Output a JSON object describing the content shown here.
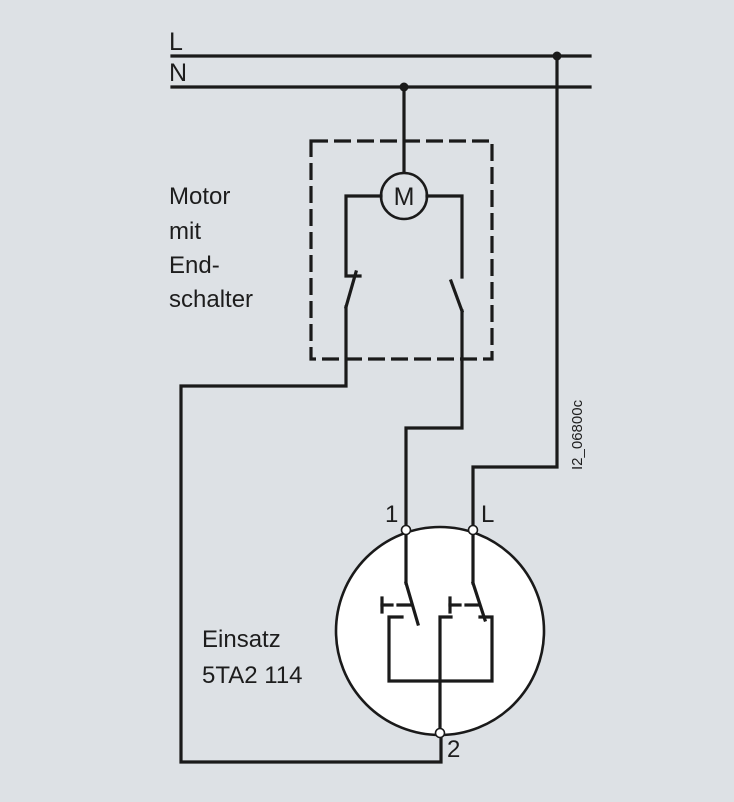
{
  "diagram": {
    "type": "electrical-circuit-schematic",
    "colors": {
      "background": "#dde1e5",
      "line": "#1a1a1a",
      "insert_fill": "#ffffff"
    },
    "conductors": {
      "line": "L",
      "neutral": "N"
    },
    "motor": {
      "symbol": "M",
      "label_lines": [
        "Motor",
        "mit",
        "End-",
        "schalter"
      ]
    },
    "insert": {
      "label_lines": [
        "Einsatz",
        "5TA2 114"
      ],
      "terminals": {
        "t1": "1",
        "tL": "L",
        "t2": "2"
      }
    },
    "reference_code": "I2_06800c"
  }
}
